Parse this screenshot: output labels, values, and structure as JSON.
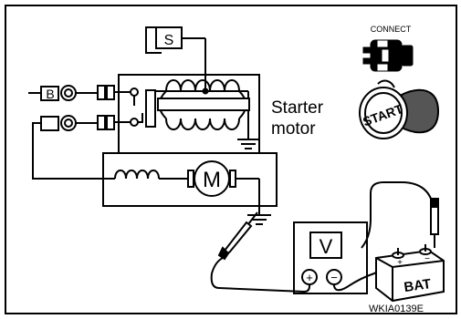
{
  "labels": {
    "s_terminal": "S",
    "b_terminal": "B",
    "starter_line1": "Starter",
    "starter_line2": "motor",
    "motor": "M",
    "voltmeter": "V",
    "plus": "+",
    "minus": "−",
    "connect": "CONNECT",
    "start": "START",
    "battery": "BAT",
    "battery_plus": "+",
    "battery_minus": "−",
    "figure_id": "WKIA0139E"
  },
  "colors": {
    "line": "#000000",
    "fill_white": "#ffffff",
    "fill_black": "#000000",
    "frame": "#000000"
  },
  "icons": [
    "connector-plug-icon",
    "ignition-key-icon"
  ]
}
